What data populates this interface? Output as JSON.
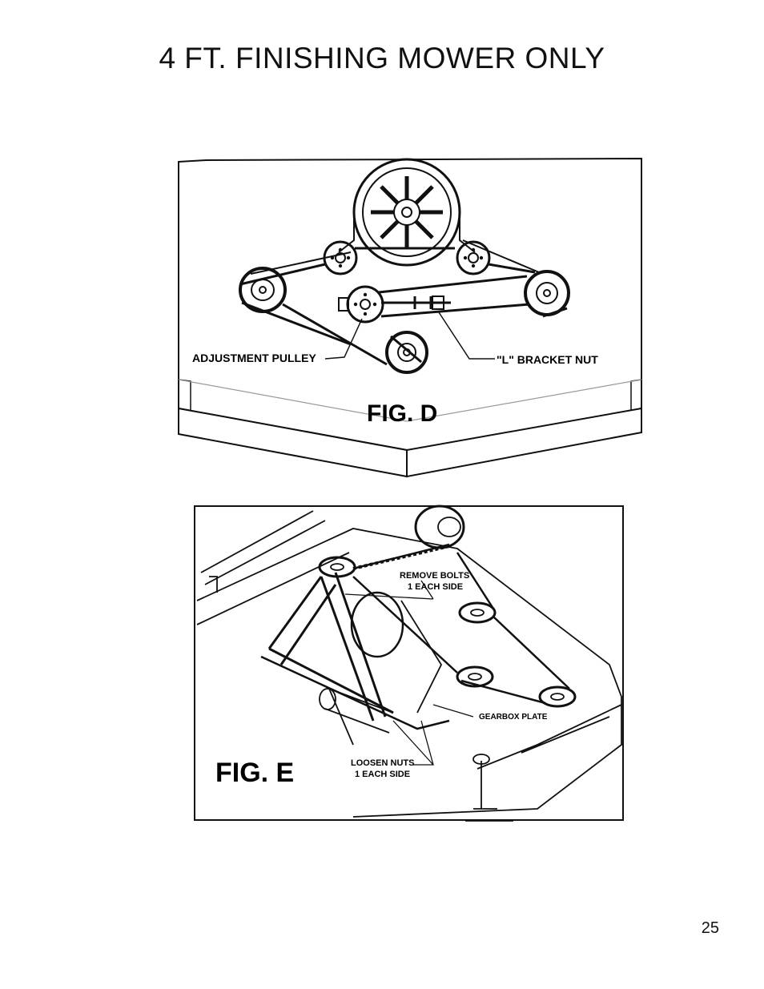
{
  "page": {
    "title": "4 FT. FINISHING MOWER ONLY",
    "page_number": "25"
  },
  "fig_d": {
    "caption": "FIG. D",
    "labels": {
      "adjustment_pulley": "ADJUSTMENT PULLEY",
      "l_bracket_nut": "\"L\" BRACKET NUT"
    }
  },
  "fig_e": {
    "caption": "FIG. E",
    "labels": {
      "remove_bolts_1": "REMOVE BOLTS",
      "remove_bolts_2": "1  EACH SIDE",
      "gearbox_plate": "GEARBOX PLATE",
      "loosen_nuts_1": "LOOSEN NUTS",
      "loosen_nuts_2": "1  EACH SIDE"
    }
  }
}
